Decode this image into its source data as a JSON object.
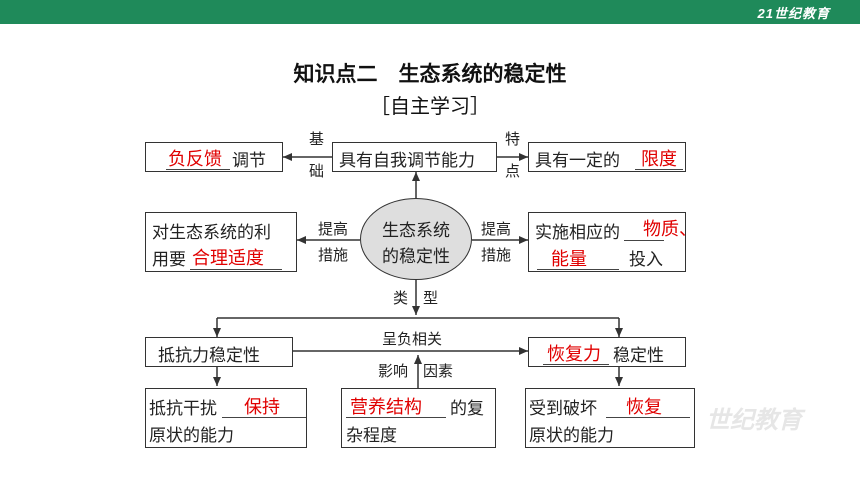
{
  "header": {
    "logo_text": "21世纪教育"
  },
  "title": "知识点二　生态系统的稳定性",
  "subtitle": "［自主学习］",
  "diagram": {
    "top_left": {
      "answer": "负反馈",
      "text": "调节"
    },
    "top_center": "具有自我调节能力",
    "top_right": {
      "text": "具有一定的",
      "answer": "限度"
    },
    "label_base": [
      "基",
      "础"
    ],
    "label_feature": [
      "特",
      "点"
    ],
    "center": [
      "生态系统",
      "的稳定性"
    ],
    "mid_left": {
      "line1": "对生态系统的利",
      "line2_prefix": "用要",
      "answer": "合理适度"
    },
    "mid_right": {
      "line1": "实施相应的",
      "answer1": "物质、",
      "answer2": "能量",
      "suffix": "投入"
    },
    "label_improve_left": [
      "提高",
      "措施"
    ],
    "label_improve_right": [
      "提高",
      "措施"
    ],
    "label_type": "类　型",
    "label_negative": "呈负相关",
    "label_factor": "影响　因素",
    "resist": "抵抗力稳定性",
    "recover": {
      "answer": "恢复力",
      "text": "稳定性"
    },
    "resist_desc": {
      "line1": "抵抗干扰",
      "answer": "保持",
      "line2": "原状的能力"
    },
    "factor_desc": {
      "answer": "营养结构",
      "line1_suffix": "的复",
      "line2": "杂程度"
    },
    "recover_desc": {
      "line1": "受到破坏",
      "answer": "恢复",
      "line2": "原状的能力"
    }
  },
  "watermark": "世纪教育"
}
